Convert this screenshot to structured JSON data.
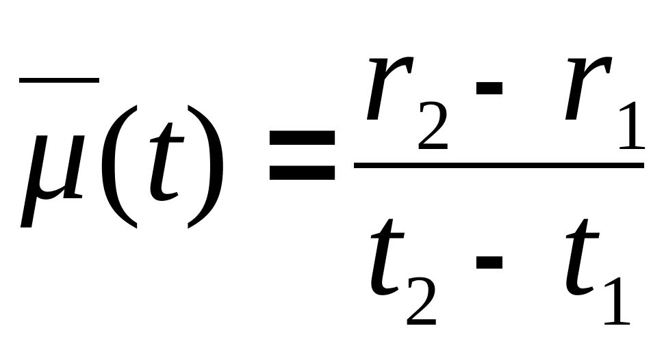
{
  "formula": {
    "lhs": {
      "symbol": "μ",
      "open_paren": "(",
      "argument": "t",
      "close_paren": ")"
    },
    "equals": "=",
    "numerator": {
      "term1": "r",
      "term1_sub": "2",
      "operator": "-",
      "term2": "r",
      "term2_sub": "1"
    },
    "denominator": {
      "term1": "t",
      "term1_sub": "2",
      "operator": "-",
      "term2": "t",
      "term2_sub": "1"
    }
  }
}
